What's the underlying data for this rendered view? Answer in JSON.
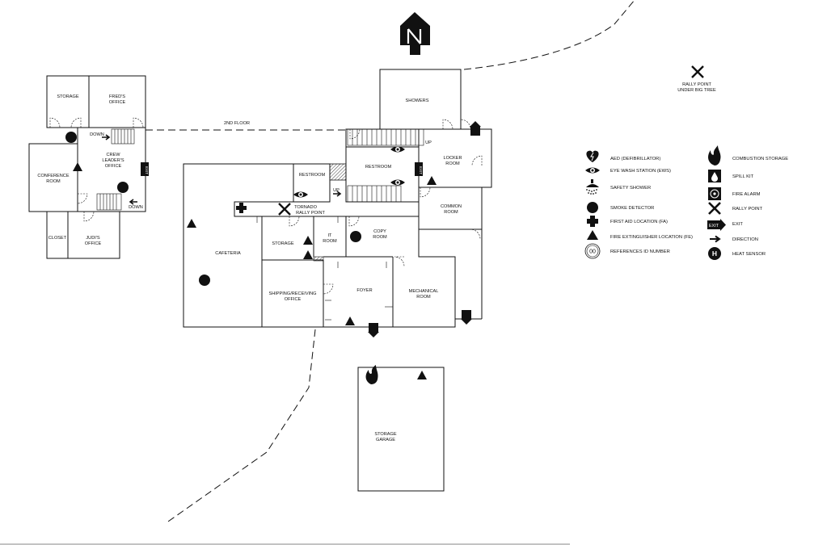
{
  "rooms": {
    "storage_top": "STORAGE",
    "freds_office": [
      "FRED'S",
      "OFFICE"
    ],
    "conference_room": [
      "CONFERENCE",
      "ROOM"
    ],
    "crew_leaders_office": [
      "CREW",
      "LEADER'S",
      "OFFICE"
    ],
    "closet": "CLOSET",
    "judis_office": [
      "JUDI'S",
      "OFFICE"
    ],
    "showers": "SHOWERS",
    "restroom_upper": "RESTROOM",
    "locker_room": [
      "LOCKER",
      "ROOM"
    ],
    "restroom_lower": "RESTROOM",
    "common_room": [
      "COMMON",
      "ROOM"
    ],
    "tornado_rally_point": [
      "TORNADO",
      "RALLY POINT"
    ],
    "cafeteria": "CAFETERIA",
    "storage_mid": "STORAGE",
    "it_room": [
      "IT",
      "ROOM"
    ],
    "copy_room": [
      "COPY",
      "ROOM"
    ],
    "shipping_office": [
      "SHIPPING/RECEIVING",
      "OFFICE"
    ],
    "foyer": "FOYER",
    "mechanical_room": [
      "MECHANICAL",
      "ROOM"
    ],
    "storage_garage": [
      "STORAGE",
      "GARAGE"
    ]
  },
  "annotations": {
    "second_floor": "2ND FLOOR",
    "down_1": "DOWN",
    "down_2": "DOWN",
    "up_1": "UP",
    "up_2": "UP",
    "rally_point_tree": [
      "RALLY POINT",
      "UNDER BIG TREE"
    ],
    "exit_sign": "EXIT"
  },
  "legend": {
    "left": [
      {
        "icon": "aed-icon",
        "label": "AED (DEFIBRILLATOR)"
      },
      {
        "icon": "eye-wash-icon",
        "label": "EYE WASH STATION (EWS)"
      },
      {
        "icon": "safety-shower-icon",
        "label": "SAFETY SHOWER"
      },
      {
        "icon": "smoke-detector-icon",
        "label": "SMOKE DETECTOR"
      },
      {
        "icon": "first-aid-icon",
        "label": "FIRST AID LOCATION (FA)"
      },
      {
        "icon": "fire-extinguisher-icon",
        "label": "FIRE EXTINGUISHER LOCATION (FE)"
      },
      {
        "icon": "reference-id-icon",
        "label": "REFERENCES ID NUMBER"
      }
    ],
    "right": [
      {
        "icon": "combustion-storage-icon",
        "label": "COMBUSTION STORAGE"
      },
      {
        "icon": "spill-kit-icon",
        "label": "SPILL KIT"
      },
      {
        "icon": "fire-alarm-icon",
        "label": "FIRE ALARM"
      },
      {
        "icon": "rally-point-icon",
        "label": "RALLY POINT"
      },
      {
        "icon": "exit-icon",
        "label": "EXIT"
      },
      {
        "icon": "direction-arrow-icon",
        "label": "DIRECTION"
      },
      {
        "icon": "heat-sensor-icon",
        "label": "HEAT SENSOR"
      }
    ],
    "reference_id_glyph": "00",
    "heat_sensor_glyph": "H"
  }
}
